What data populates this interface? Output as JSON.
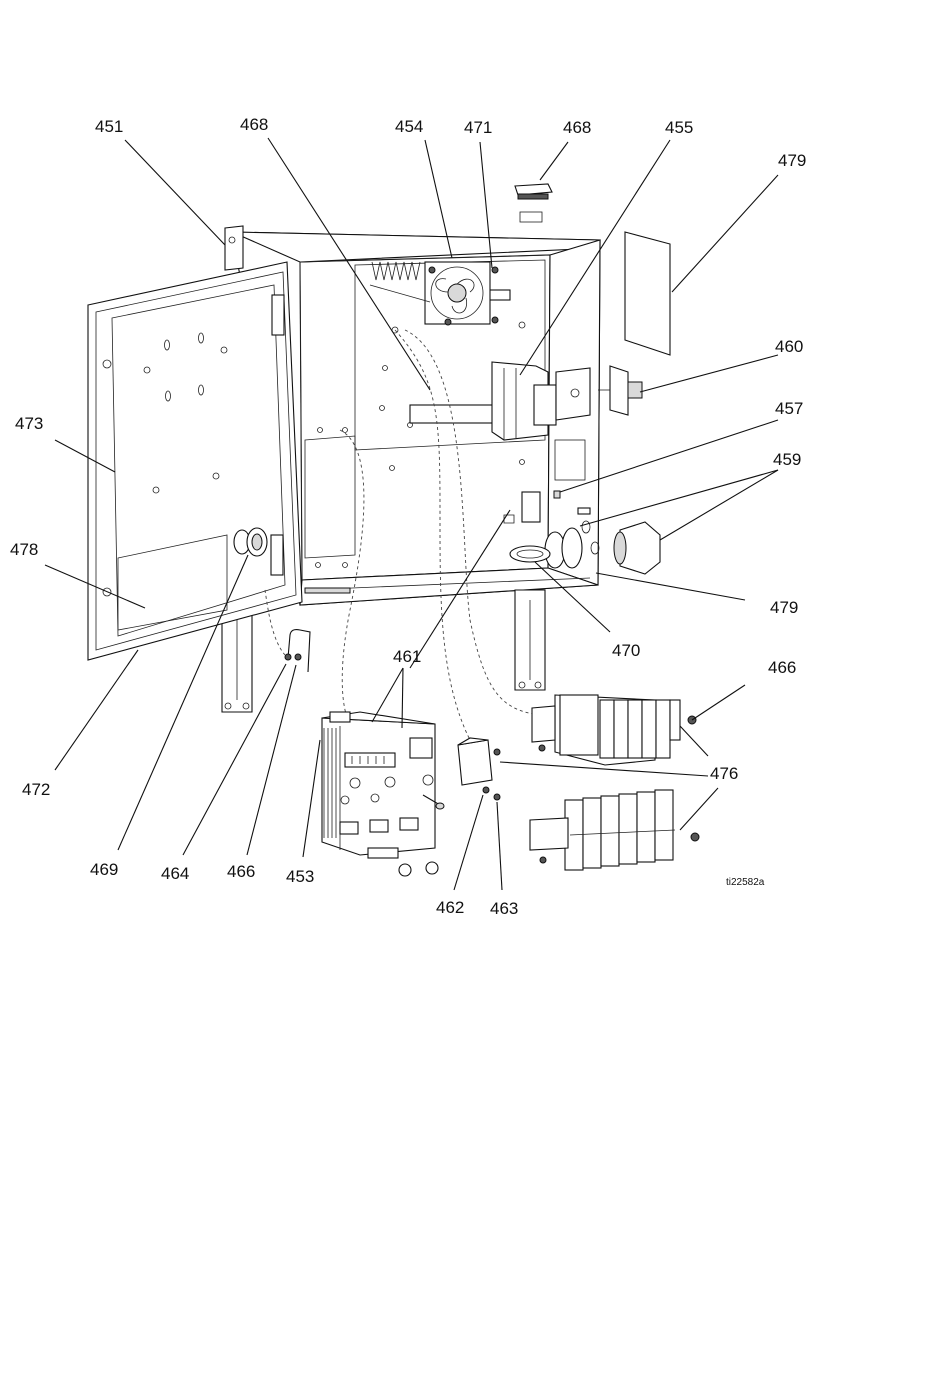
{
  "callouts": [
    {
      "id": "451",
      "text": "451"
    },
    {
      "id": "468a",
      "text": "468"
    },
    {
      "id": "454",
      "text": "454"
    },
    {
      "id": "471",
      "text": "471"
    },
    {
      "id": "468b",
      "text": "468"
    },
    {
      "id": "455",
      "text": "455"
    },
    {
      "id": "479a",
      "text": "479"
    },
    {
      "id": "460",
      "text": "460"
    },
    {
      "id": "457",
      "text": "457"
    },
    {
      "id": "459",
      "text": "459"
    },
    {
      "id": "473",
      "text": "473"
    },
    {
      "id": "478",
      "text": "478"
    },
    {
      "id": "479b",
      "text": "479"
    },
    {
      "id": "470",
      "text": "470"
    },
    {
      "id": "461",
      "text": "461"
    },
    {
      "id": "466a",
      "text": "466"
    },
    {
      "id": "476",
      "text": "476"
    },
    {
      "id": "472",
      "text": "472"
    },
    {
      "id": "469",
      "text": "469"
    },
    {
      "id": "464",
      "text": "464"
    },
    {
      "id": "466b",
      "text": "466"
    },
    {
      "id": "453",
      "text": "453"
    },
    {
      "id": "462",
      "text": "462"
    },
    {
      "id": "463",
      "text": "463"
    }
  ],
  "figure_id": "ti22582a"
}
